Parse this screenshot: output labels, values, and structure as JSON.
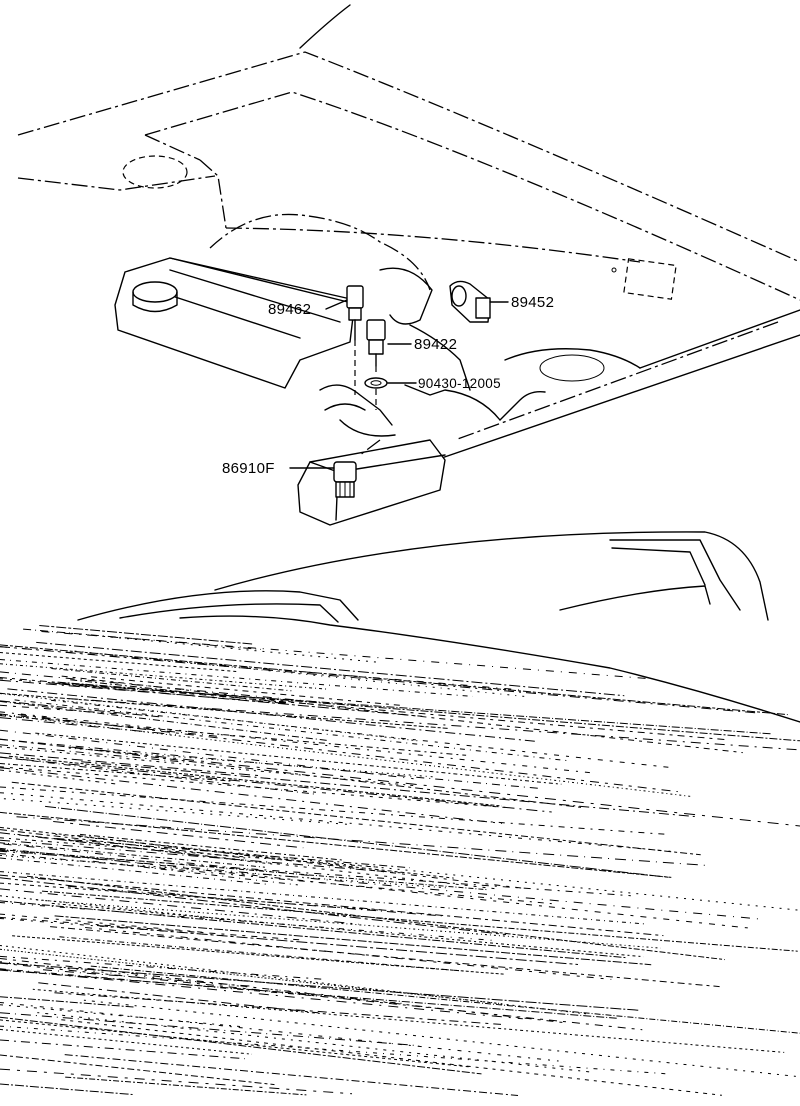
{
  "diagram": {
    "parts": [
      {
        "id": "p1",
        "number": "89462"
      },
      {
        "id": "p2",
        "number": "89422"
      },
      {
        "id": "p3",
        "number": "89452"
      },
      {
        "id": "p4",
        "number": "90430-12005"
      },
      {
        "id": "p5",
        "number": "86910F"
      }
    ],
    "ink_color": "#000000",
    "background_color": "#ffffff"
  }
}
